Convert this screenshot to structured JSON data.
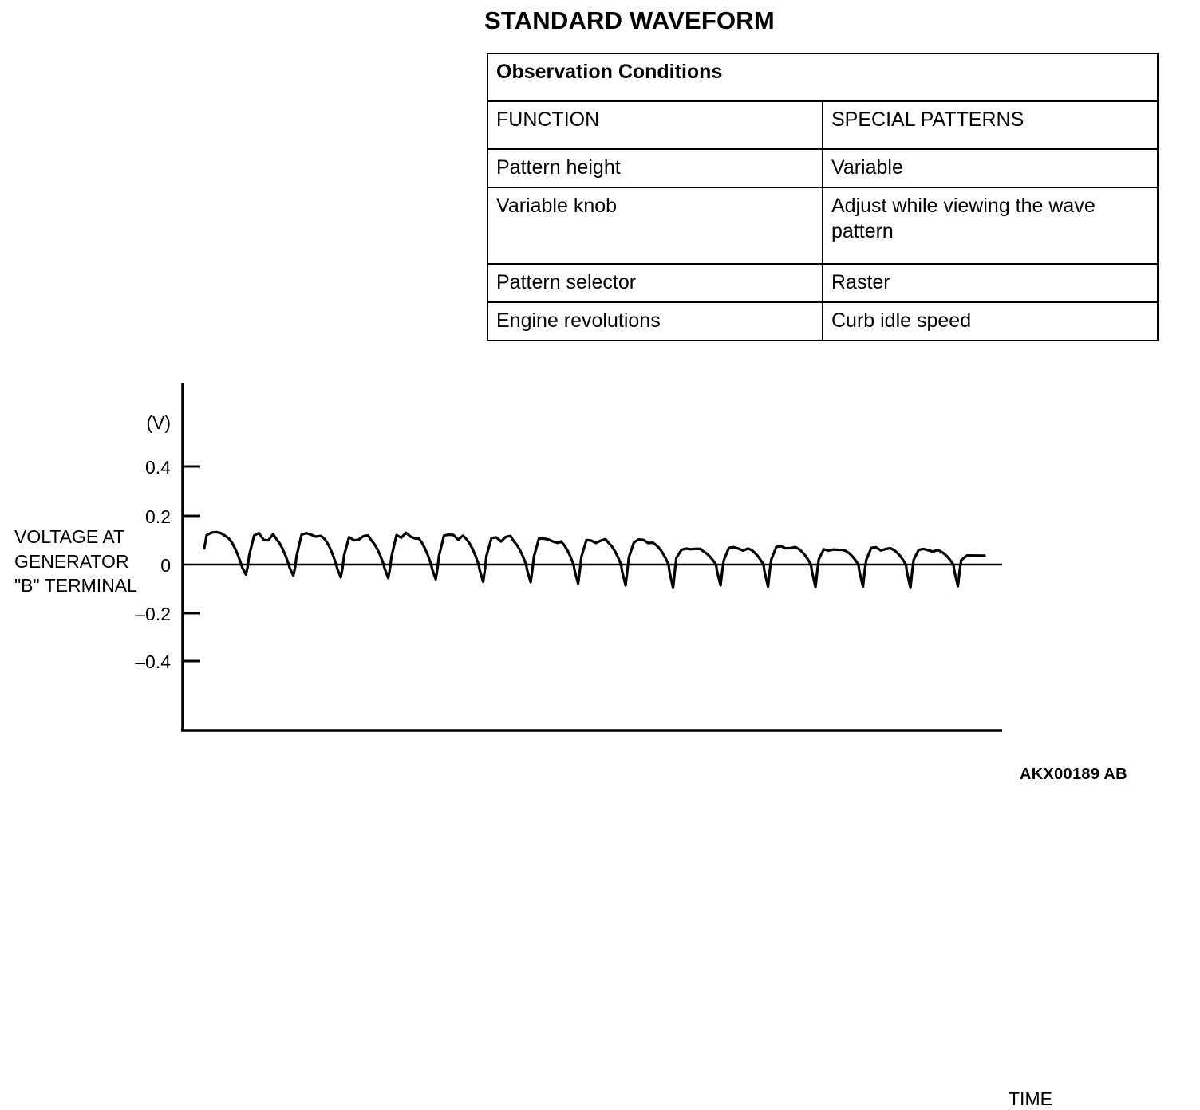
{
  "page": {
    "title": "STANDARD WAVEFORM",
    "figure_code": "AKX00189 AB"
  },
  "conditions_table": {
    "caption": "Observation Conditions",
    "headers": [
      "FUNCTION",
      "SPECIAL PATTERNS"
    ],
    "rows": [
      {
        "function": "Pattern height",
        "pattern": "Variable"
      },
      {
        "function": "Variable knob",
        "pattern": "Adjust while viewing the wave pattern"
      },
      {
        "function": "Pattern selector",
        "pattern": "Raster"
      },
      {
        "function": "Engine revolutions",
        "pattern": "Curb idle speed"
      }
    ]
  },
  "chart_labels": {
    "y_caption": "VOLTAGE AT\nGENERATOR\n\"B\" TERMINAL",
    "y_unit": "(V)",
    "x_caption": "TIME",
    "tick_0_4": "0.4",
    "tick_0_2": "0.2",
    "tick_0": "0",
    "tick_m0_2": "–0.2",
    "tick_m0_4": "–0.4"
  },
  "chart_data": {
    "type": "line",
    "title": "STANDARD WAVEFORM",
    "xlabel": "TIME",
    "ylabel": "VOLTAGE AT GENERATOR \"B\" TERMINAL",
    "yunit": "(V)",
    "ylim": [
      -0.55,
      0.55
    ],
    "yticks": [
      0.4,
      0.2,
      0,
      -0.2,
      -0.4
    ],
    "ytick_labels": [
      "0.4",
      "0.2",
      "0",
      "–0.2",
      "–0.4"
    ],
    "xticks": [],
    "grid": false,
    "legend": null,
    "description": "Generator B-terminal ripple voltage at curb idle: ~16 rectifier ripple cycles, rounded positive humps with sharp negative commutation notches; envelope decays left to right.",
    "cycle_count": 16,
    "series": [
      {
        "name": "Generator \"B\" terminal ripple",
        "color": "#000000",
        "peak_values": [
          0.12,
          0.118,
          0.122,
          0.112,
          0.12,
          0.118,
          0.108,
          0.106,
          0.1,
          0.09,
          0.06,
          0.068,
          0.072,
          0.062,
          0.068,
          0.06
        ],
        "notch_values": [
          -0.04,
          -0.045,
          -0.052,
          -0.055,
          -0.06,
          -0.07,
          -0.072,
          -0.078,
          -0.085,
          -0.095,
          -0.085,
          -0.09,
          -0.092,
          -0.09,
          -0.095,
          -0.088
        ],
        "x_start": 0.0,
        "x_end": 1.0,
        "sample_note": "Values in volts read against the 0.2 V gridline spacing."
      }
    ]
  }
}
